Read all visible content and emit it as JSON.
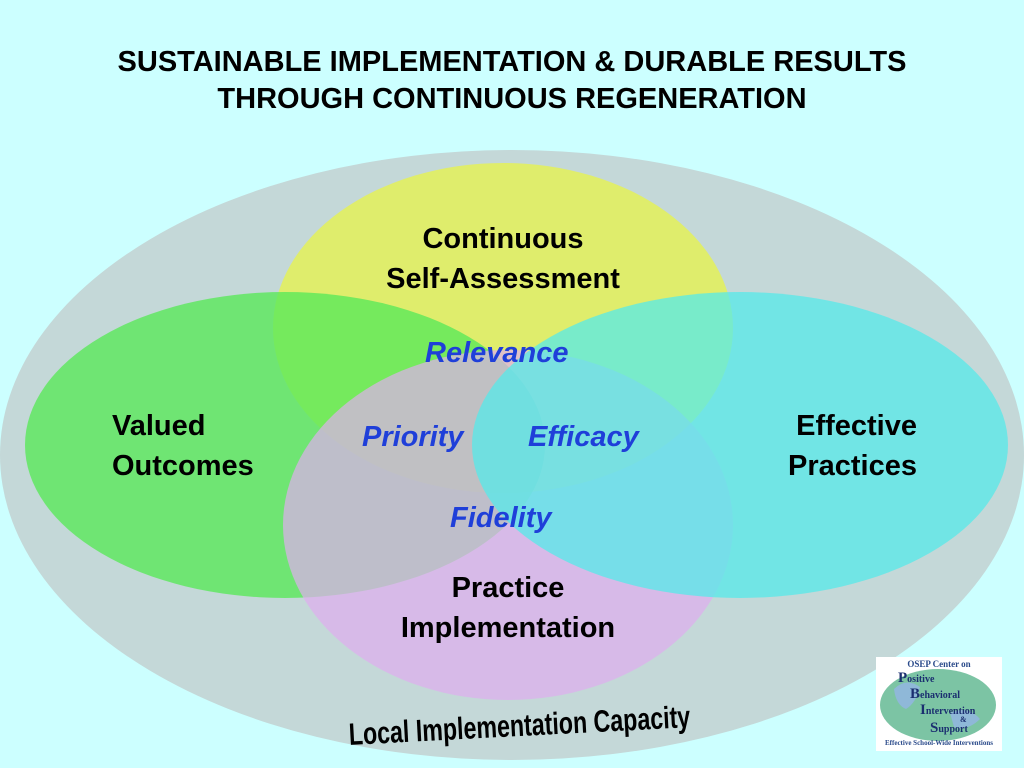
{
  "title": {
    "line1": "SUSTAINABLE IMPLEMENTATION & DURABLE RESULTS",
    "line2": "THROUGH CONTINUOUS REGENERATION"
  },
  "circles": {
    "top": {
      "line1": "Continuous",
      "line2": "Self-Assessment"
    },
    "left": {
      "line1": "Valued",
      "line2": "Outcomes"
    },
    "right": {
      "line1": "Effective",
      "line2": "Practices"
    },
    "bottom": {
      "line1": "Practice",
      "line2": "Implementation"
    }
  },
  "overlaps": {
    "relevance": "Relevance",
    "priority": "Priority",
    "efficacy": "Efficacy",
    "fidelity": "Fidelity"
  },
  "outer_label": "Local Implementation Capacity",
  "logo": {
    "header": "OSEP Center on",
    "word1_initial": "P",
    "word1_rest": "ositive",
    "word2_initial": "B",
    "word2_rest": "ehavioral",
    "word3_initial": "I",
    "word3_rest": "ntervention",
    "amp": "&",
    "word4_initial": "S",
    "word4_rest": "upport",
    "footer": "Effective School-Wide Interventions"
  },
  "colors": {
    "background": "#ccffff",
    "outer_ellipse": "#c4d8d8",
    "top_circle": "#e0ee66",
    "left_circle": "#66e866",
    "right_circle": "#66ecec",
    "bottom_circle": "#d8b0e8",
    "italic_text": "#1f3fd9"
  }
}
